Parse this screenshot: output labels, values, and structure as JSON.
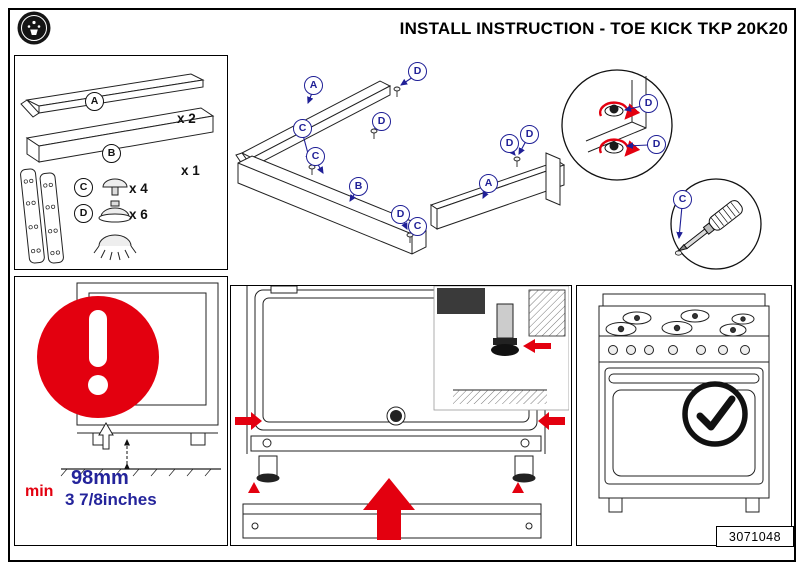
{
  "header": {
    "title": "INSTALL INSTRUCTION - TOE KICK TKP 20K20"
  },
  "labels": {
    "a": "A",
    "b": "B",
    "c": "C",
    "d": "D"
  },
  "parts": {
    "a_qty": "x 2",
    "b_qty": "x 1",
    "c_qty": "x 4",
    "d_qty": "x 6"
  },
  "warning": {
    "min": "min",
    "mm": "98mm",
    "inches": "3 7/8inches"
  },
  "footer": {
    "part_number": "3071048"
  },
  "icons": {
    "brand": "bertazzoni-crest",
    "warning": "exclamation-circle",
    "approved": "check-circle",
    "tool": "screwdriver",
    "rotate": "rotation-arrows"
  },
  "colors": {
    "red": "#e3000f",
    "navy": "#1f1f96",
    "line": "#222222"
  }
}
